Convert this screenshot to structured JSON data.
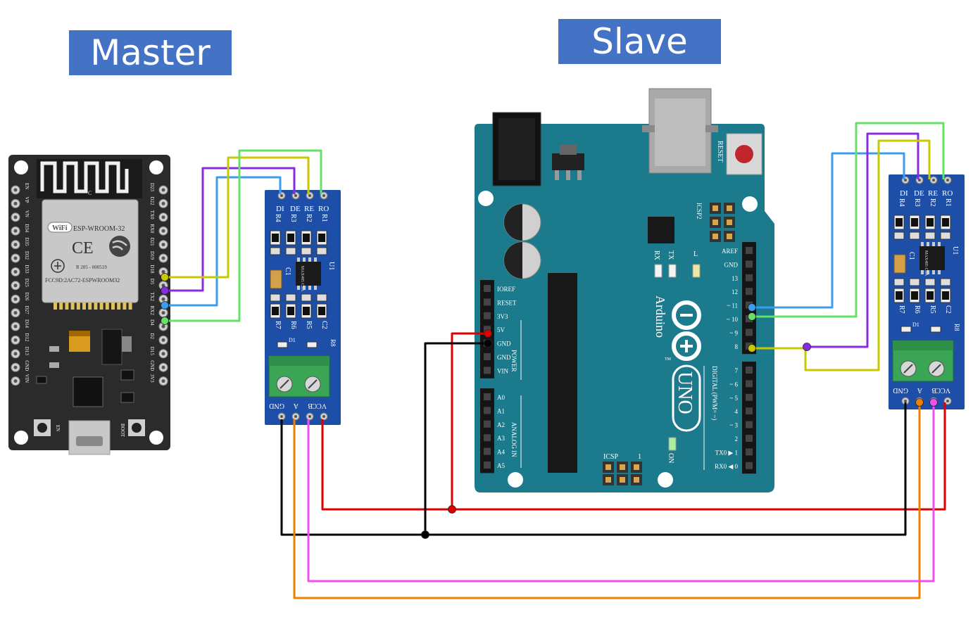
{
  "titles": {
    "master": "Master",
    "slave": "Slave"
  },
  "esp32": {
    "module_text": "ESP-WROOM-32",
    "wifi_badge": "WiFi",
    "ce_mark": "CE",
    "cert_code": "R 205 - 000519",
    "fcc_text": "FCC9D:2AC72-ESPWROOM32",
    "antenna_label": "C",
    "left_pins": [
      "EN",
      "VP",
      "VN",
      "D34",
      "D35",
      "D32",
      "D33",
      "D25",
      "D26",
      "D27",
      "D14",
      "D12",
      "D13",
      "GND",
      "VIN"
    ],
    "right_pins": [
      "D23",
      "D22",
      "TX0",
      "RX0",
      "D21",
      "D19",
      "D18",
      "D5",
      "TX2",
      "RX2",
      "D4",
      "D2",
      "D15",
      "GND",
      "3V3"
    ],
    "button_en": "EN",
    "button_boot": "BOOT"
  },
  "rs485": {
    "top_pins": [
      "DI",
      "DE",
      "RE",
      "RO"
    ],
    "resistors_top": [
      "R4",
      "R3",
      "R2",
      "R1"
    ],
    "resistors_bottom": [
      "R7",
      "R6",
      "R5",
      "C2"
    ],
    "cap_label": "C1",
    "chip_text": "MAX485 CSA",
    "u_label": "U1",
    "r8_label": "R8",
    "d_label": "D1",
    "bottom_pins": [
      "GND",
      "A",
      "B",
      "VCC"
    ]
  },
  "uno": {
    "reset_label": "RESET",
    "icsp2_label": "ICSP2",
    "icsp_label": "ICSP",
    "icsp_one": "1",
    "tx_label": "TX",
    "rx_label": "RX",
    "l_label": "L",
    "on_label": "ON",
    "brand": "Arduino",
    "model": "UNO",
    "tm": "TM",
    "power_label": "POWER",
    "analog_label": "ANALOG IN",
    "digital_label": "DIGITAL (PWM= ~)",
    "power_pins": [
      "IOREF",
      "RESET",
      "3V3",
      "5V",
      "GND",
      "GND",
      "VIN"
    ],
    "analog_pins": [
      "A0",
      "A1",
      "A2",
      "A3",
      "A4",
      "A5"
    ],
    "digital_high": [
      "AREF",
      "GND",
      "13",
      "12",
      "~ 11",
      "~ 10",
      "~ 9",
      "8"
    ],
    "digital_low": [
      "7",
      "~ 6",
      "~ 5",
      "4",
      "~ 3",
      "2",
      "TX0 ▶ 1",
      "RX0 ◀ 0"
    ]
  },
  "colors": {
    "title_bg": "#4472c4",
    "uno_board": "#1b7a8c",
    "rs485_board": "#1e4fa8",
    "esp_board": "#2b2b2b",
    "wire_di": "#3b9cf0",
    "wire_de": "#8a2be2",
    "wire_re": "#c8c800",
    "wire_ro": "#66e066",
    "wire_vcc": "#e00000",
    "wire_gnd": "#000000",
    "wire_a": "#f08000",
    "wire_b": "#f050f0"
  }
}
